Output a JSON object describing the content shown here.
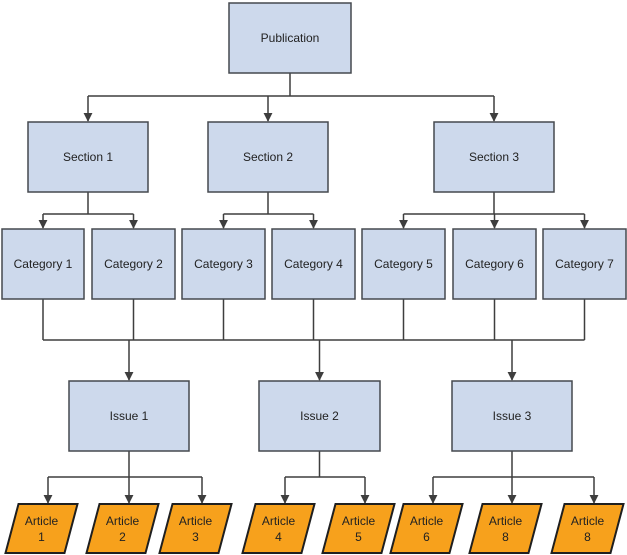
{
  "colors": {
    "node_fill": "#cdd9ec",
    "node_stroke": "#45494e",
    "article_fill": "#f7a11c",
    "article_stroke": "#1f1f1f",
    "line": "#3e3e3e",
    "text": "#222222"
  },
  "nodes": {
    "publication": {
      "label": "Publication"
    },
    "sections": [
      {
        "label": "Section 1"
      },
      {
        "label": "Section 2"
      },
      {
        "label": "Section 3"
      }
    ],
    "categories": [
      {
        "label": "Category 1"
      },
      {
        "label": "Category 2"
      },
      {
        "label": "Category 3"
      },
      {
        "label": "Category 4"
      },
      {
        "label": "Category 5"
      },
      {
        "label": "Category 6"
      },
      {
        "label": "Category 7"
      }
    ],
    "issues": [
      {
        "label": "Issue 1"
      },
      {
        "label": "Issue 2"
      },
      {
        "label": "Issue 3"
      }
    ],
    "articles": [
      {
        "line1": "Article",
        "line2": "1"
      },
      {
        "line1": "Article",
        "line2": "2"
      },
      {
        "line1": "Article",
        "line2": "3"
      },
      {
        "line1": "Article",
        "line2": "4"
      },
      {
        "line1": "Article",
        "line2": "5"
      },
      {
        "line1": "Article",
        "line2": "6"
      },
      {
        "line1": "Article",
        "line2": "8"
      },
      {
        "line1": "Article",
        "line2": "8"
      }
    ]
  }
}
